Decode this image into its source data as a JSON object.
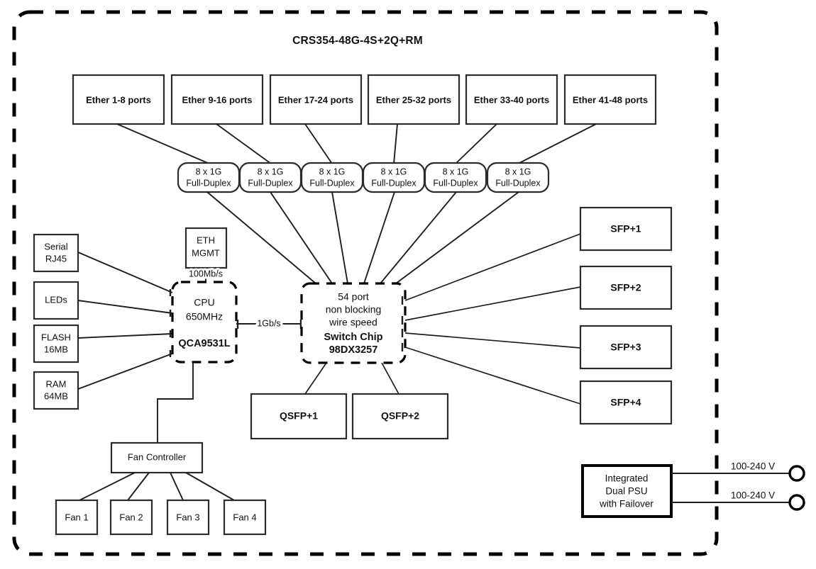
{
  "diagram": {
    "title": "CRS354-48G-4S+2Q+RM",
    "chassis_boundary_name": "device-chassis-boundary",
    "ether_ports": [
      {
        "label": "Ether 1-8 ports"
      },
      {
        "label": "Ether 9-16 ports"
      },
      {
        "label": "Ether 17-24 ports"
      },
      {
        "label": "Ether 25-32 ports"
      },
      {
        "label": "Ether 33-40 ports"
      },
      {
        "label": "Ether 41-48 ports"
      }
    ],
    "speed_nodes": [
      {
        "line1": "8 x 1G",
        "line2": "Full-Duplex"
      },
      {
        "line1": "8 x 1G",
        "line2": "Full-Duplex"
      },
      {
        "line1": "8 x 1G",
        "line2": "Full-Duplex"
      },
      {
        "line1": "8 x 1G",
        "line2": "Full-Duplex"
      },
      {
        "line1": "8 x 1G",
        "line2": "Full-Duplex"
      },
      {
        "line1": "8 x 1G",
        "line2": "Full-Duplex"
      }
    ],
    "peripherals": [
      {
        "line1": "Serial",
        "line2": "RJ45"
      },
      {
        "line1": "LEDs",
        "line2": ""
      },
      {
        "line1": "FLASH",
        "line2": "16MB"
      },
      {
        "line1": "RAM",
        "line2": "64MB"
      }
    ],
    "eth_mgmt": {
      "line1": "ETH",
      "line2": "MGMT",
      "link_speed": "100Mb/s"
    },
    "cpu": {
      "line1": "CPU",
      "line2": "650MHz",
      "model": "QCA9531L"
    },
    "cpu_switch_link": "1Gb/s",
    "switch_chip": {
      "line1": "54 port",
      "line2": "non blocking",
      "line3": "wire speed",
      "line4": "Switch Chip",
      "line5": "98DX3257"
    },
    "sfp_ports": [
      {
        "label": "SFP+1"
      },
      {
        "label": "SFP+2"
      },
      {
        "label": "SFP+3"
      },
      {
        "label": "SFP+4"
      }
    ],
    "qsfp_ports": [
      {
        "label": "QSFP+1"
      },
      {
        "label": "QSFP+2"
      }
    ],
    "fan_controller": {
      "label": "Fan Controller"
    },
    "fans": [
      {
        "label": "Fan 1"
      },
      {
        "label": "Fan 2"
      },
      {
        "label": "Fan 3"
      },
      {
        "label": "Fan 4"
      }
    ],
    "psu": {
      "line1": "Integrated",
      "line2": "Dual PSU",
      "line3": "with Failover",
      "inputs": [
        {
          "label": "100-240 V"
        },
        {
          "label": "100-240 V"
        }
      ]
    },
    "colors": {
      "stroke": "#1d1d1d",
      "box_stroke": "#2b2b2b",
      "background": "#ffffff",
      "text": "#111111"
    }
  }
}
